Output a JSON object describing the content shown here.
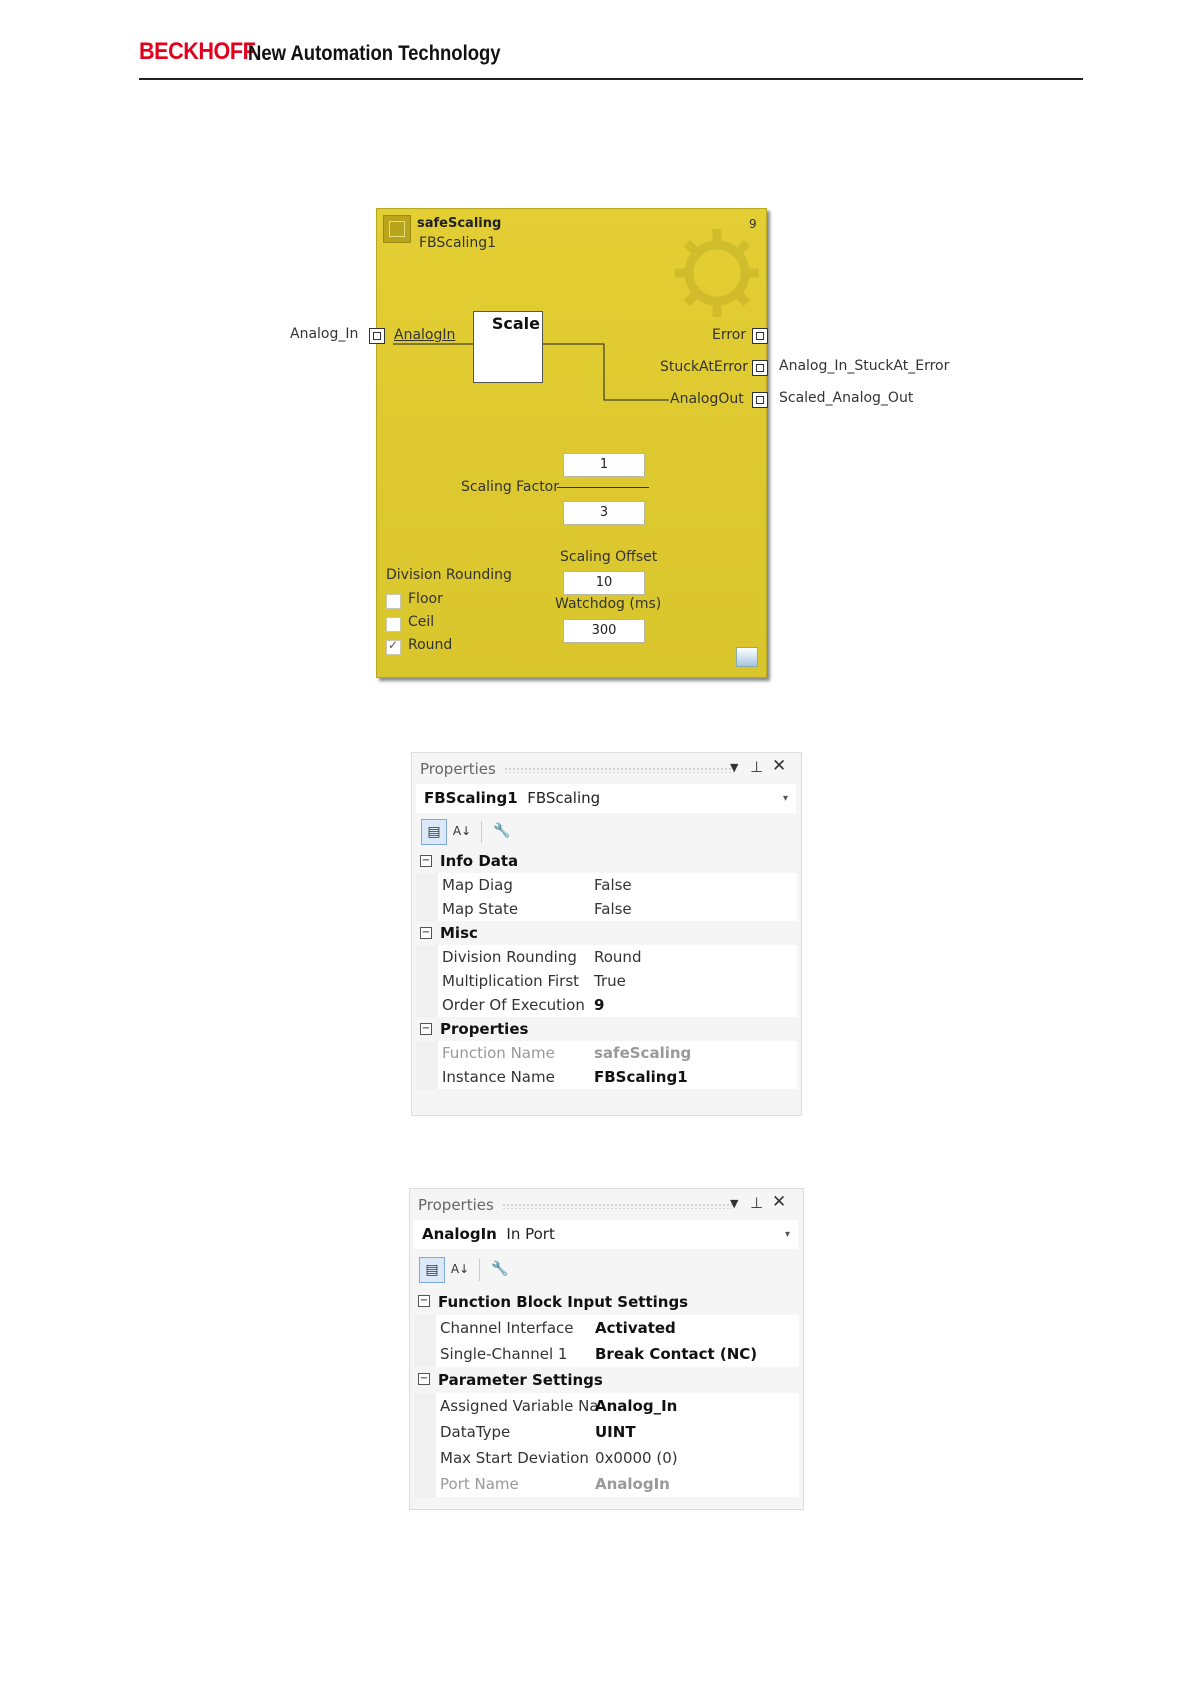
{
  "header": {
    "brand": "BECKHOFF",
    "tagline": "New Automation Technology"
  },
  "function_block": {
    "type_name": "safeScaling",
    "instance_name": "FBScaling1",
    "order_number": "9",
    "inner_block_label": "Scale",
    "input_port": {
      "external": "Analog_In",
      "internal": "AnalogIn"
    },
    "output_ports": [
      {
        "internal": "Error",
        "external": ""
      },
      {
        "internal": "StuckAtError",
        "external": "Analog_In_StuckAt_Error"
      },
      {
        "internal": "AnalogOut",
        "external": "Scaled_Analog_Out"
      }
    ],
    "scaling_factor_label": "Scaling Factor",
    "scaling_numerator": "1",
    "scaling_denominator": "3",
    "scaling_offset_label": "Scaling Offset",
    "scaling_offset": "10",
    "watchdog_label": "Watchdog (ms)",
    "watchdog": "300",
    "division_rounding_label": "Division Rounding",
    "rounding_options": [
      {
        "label": "Floor",
        "checked": false
      },
      {
        "label": "Ceil",
        "checked": false
      },
      {
        "label": "Round",
        "checked": true
      }
    ]
  },
  "panel1": {
    "title": "Properties",
    "object_name": "FBScaling1",
    "object_type": "FBScaling",
    "categories": [
      {
        "name": "Info Data",
        "rows": [
          {
            "name": "Map Diag",
            "value": "False"
          },
          {
            "name": "Map State",
            "value": "False"
          }
        ]
      },
      {
        "name": "Misc",
        "rows": [
          {
            "name": "Division Rounding",
            "value": "Round"
          },
          {
            "name": "Multiplication First",
            "value": "True"
          },
          {
            "name": "Order Of Execution",
            "value": "9"
          }
        ]
      },
      {
        "name": "Properties",
        "rows": [
          {
            "name": "Function Name",
            "value": "safeScaling"
          },
          {
            "name": "Instance Name",
            "value": "FBScaling1"
          }
        ]
      }
    ]
  },
  "panel2": {
    "title": "Properties",
    "object_name": "AnalogIn",
    "object_type": "In Port",
    "categories": [
      {
        "name": "Function Block Input Settings",
        "rows": [
          {
            "name": "Channel Interface",
            "value": "Activated"
          },
          {
            "name": "Single-Channel 1",
            "value": "Break Contact (NC)"
          }
        ]
      },
      {
        "name": "Parameter Settings",
        "rows": [
          {
            "name": "Assigned Variable Na",
            "value": "Analog_In"
          },
          {
            "name": "DataType",
            "value": "UINT"
          },
          {
            "name": "Max Start Deviation",
            "value": "0x0000 (0)"
          },
          {
            "name": "Port Name",
            "value": "AnalogIn"
          }
        ]
      }
    ]
  }
}
